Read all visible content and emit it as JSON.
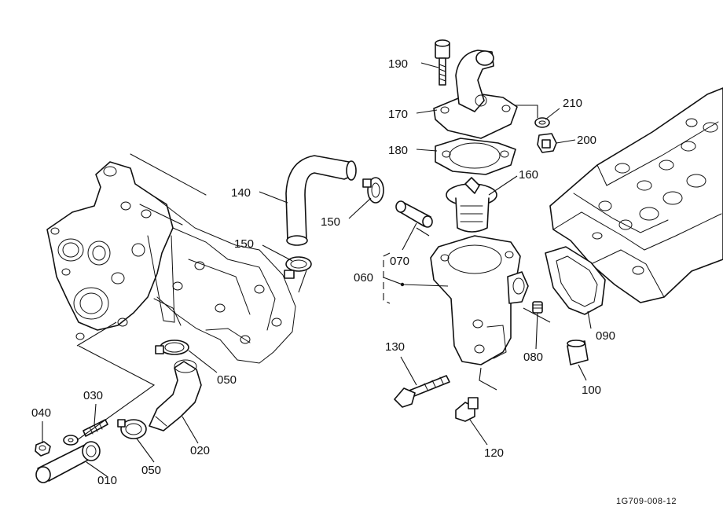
{
  "diagram": {
    "callouts": [
      {
        "key": "p190",
        "text": "190"
      },
      {
        "key": "p170",
        "text": "170"
      },
      {
        "key": "p210",
        "text": "210"
      },
      {
        "key": "p200",
        "text": "200"
      },
      {
        "key": "p180",
        "text": "180"
      },
      {
        "key": "p160",
        "text": "160"
      },
      {
        "key": "p140",
        "text": "140"
      },
      {
        "key": "p150a",
        "text": "150"
      },
      {
        "key": "p150b",
        "text": "150"
      },
      {
        "key": "p070",
        "text": "070"
      },
      {
        "key": "p060",
        "text": "060"
      },
      {
        "key": "p090",
        "text": "090"
      },
      {
        "key": "p080",
        "text": "080"
      },
      {
        "key": "p100",
        "text": "100"
      },
      {
        "key": "p130",
        "text": "130"
      },
      {
        "key": "p120",
        "text": "120"
      },
      {
        "key": "p050a",
        "text": "050"
      },
      {
        "key": "p050b",
        "text": "050"
      },
      {
        "key": "p020",
        "text": "020"
      },
      {
        "key": "p030",
        "text": "030"
      },
      {
        "key": "p040",
        "text": "040"
      },
      {
        "key": "p010",
        "text": "010"
      }
    ],
    "drawing_code": "1G709-008-12"
  }
}
